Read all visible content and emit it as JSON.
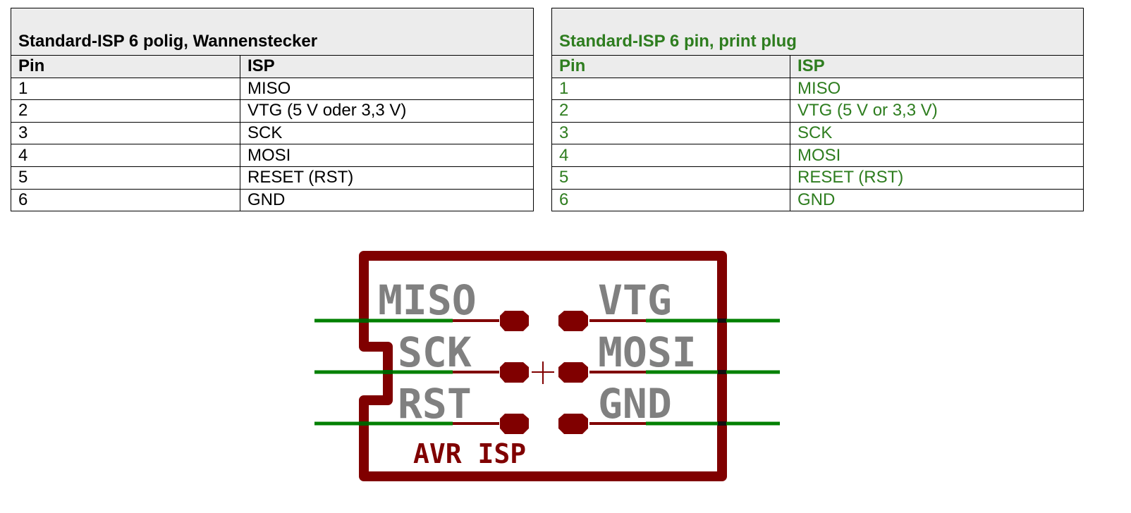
{
  "tables": [
    {
      "id": "de",
      "title": "Standard-ISP 6 polig, Wannenstecker",
      "headers": [
        "Pin",
        "ISP"
      ],
      "rows": [
        [
          "1",
          "MISO"
        ],
        [
          "2",
          "VTG (5 V oder 3,3 V)"
        ],
        [
          "3",
          "SCK"
        ],
        [
          "4",
          "MOSI"
        ],
        [
          "5",
          "RESET (RST)"
        ],
        [
          "6",
          "GND"
        ]
      ],
      "text_color": "#000000"
    },
    {
      "id": "en",
      "title": "Standard-ISP 6 pin, print plug",
      "headers": [
        "Pin",
        "ISP"
      ],
      "rows": [
        [
          "1",
          "MISO"
        ],
        [
          "2",
          "VTG (5 V or 3,3 V)"
        ],
        [
          "3",
          "SCK"
        ],
        [
          "4",
          "MOSI"
        ],
        [
          "5",
          "RESET (RST)"
        ],
        [
          "6",
          "GND"
        ]
      ],
      "text_color": "#2e7d1f"
    }
  ],
  "schematic": {
    "name": "AVR ISP",
    "left_pins": [
      "MISO",
      "SCK",
      "RST"
    ],
    "right_pins": [
      "VTG",
      "MOSI",
      "GND"
    ],
    "colors": {
      "body": "#800000",
      "wire": "#008000",
      "label": "#808080"
    }
  }
}
